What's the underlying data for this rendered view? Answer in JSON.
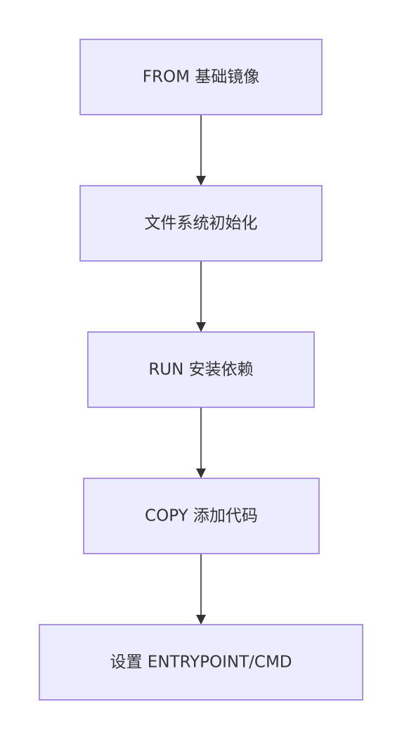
{
  "diagram": {
    "type": "flowchart",
    "direction": "top-down",
    "nodes": [
      {
        "label": "FROM 基础镜像"
      },
      {
        "label": "文件系统初始化"
      },
      {
        "label": "RUN 安装依赖"
      },
      {
        "label": "COPY 添加代码"
      },
      {
        "label": "设置 ENTRYPOINT/CMD"
      }
    ],
    "edges": [
      [
        0,
        1
      ],
      [
        1,
        2
      ],
      [
        2,
        3
      ],
      [
        3,
        4
      ]
    ]
  },
  "colors": {
    "background": "#FFFFFF",
    "node_fill": "#ECECFF",
    "node_stroke": "#9370DB",
    "edge": "#333333",
    "text": "#333333"
  }
}
